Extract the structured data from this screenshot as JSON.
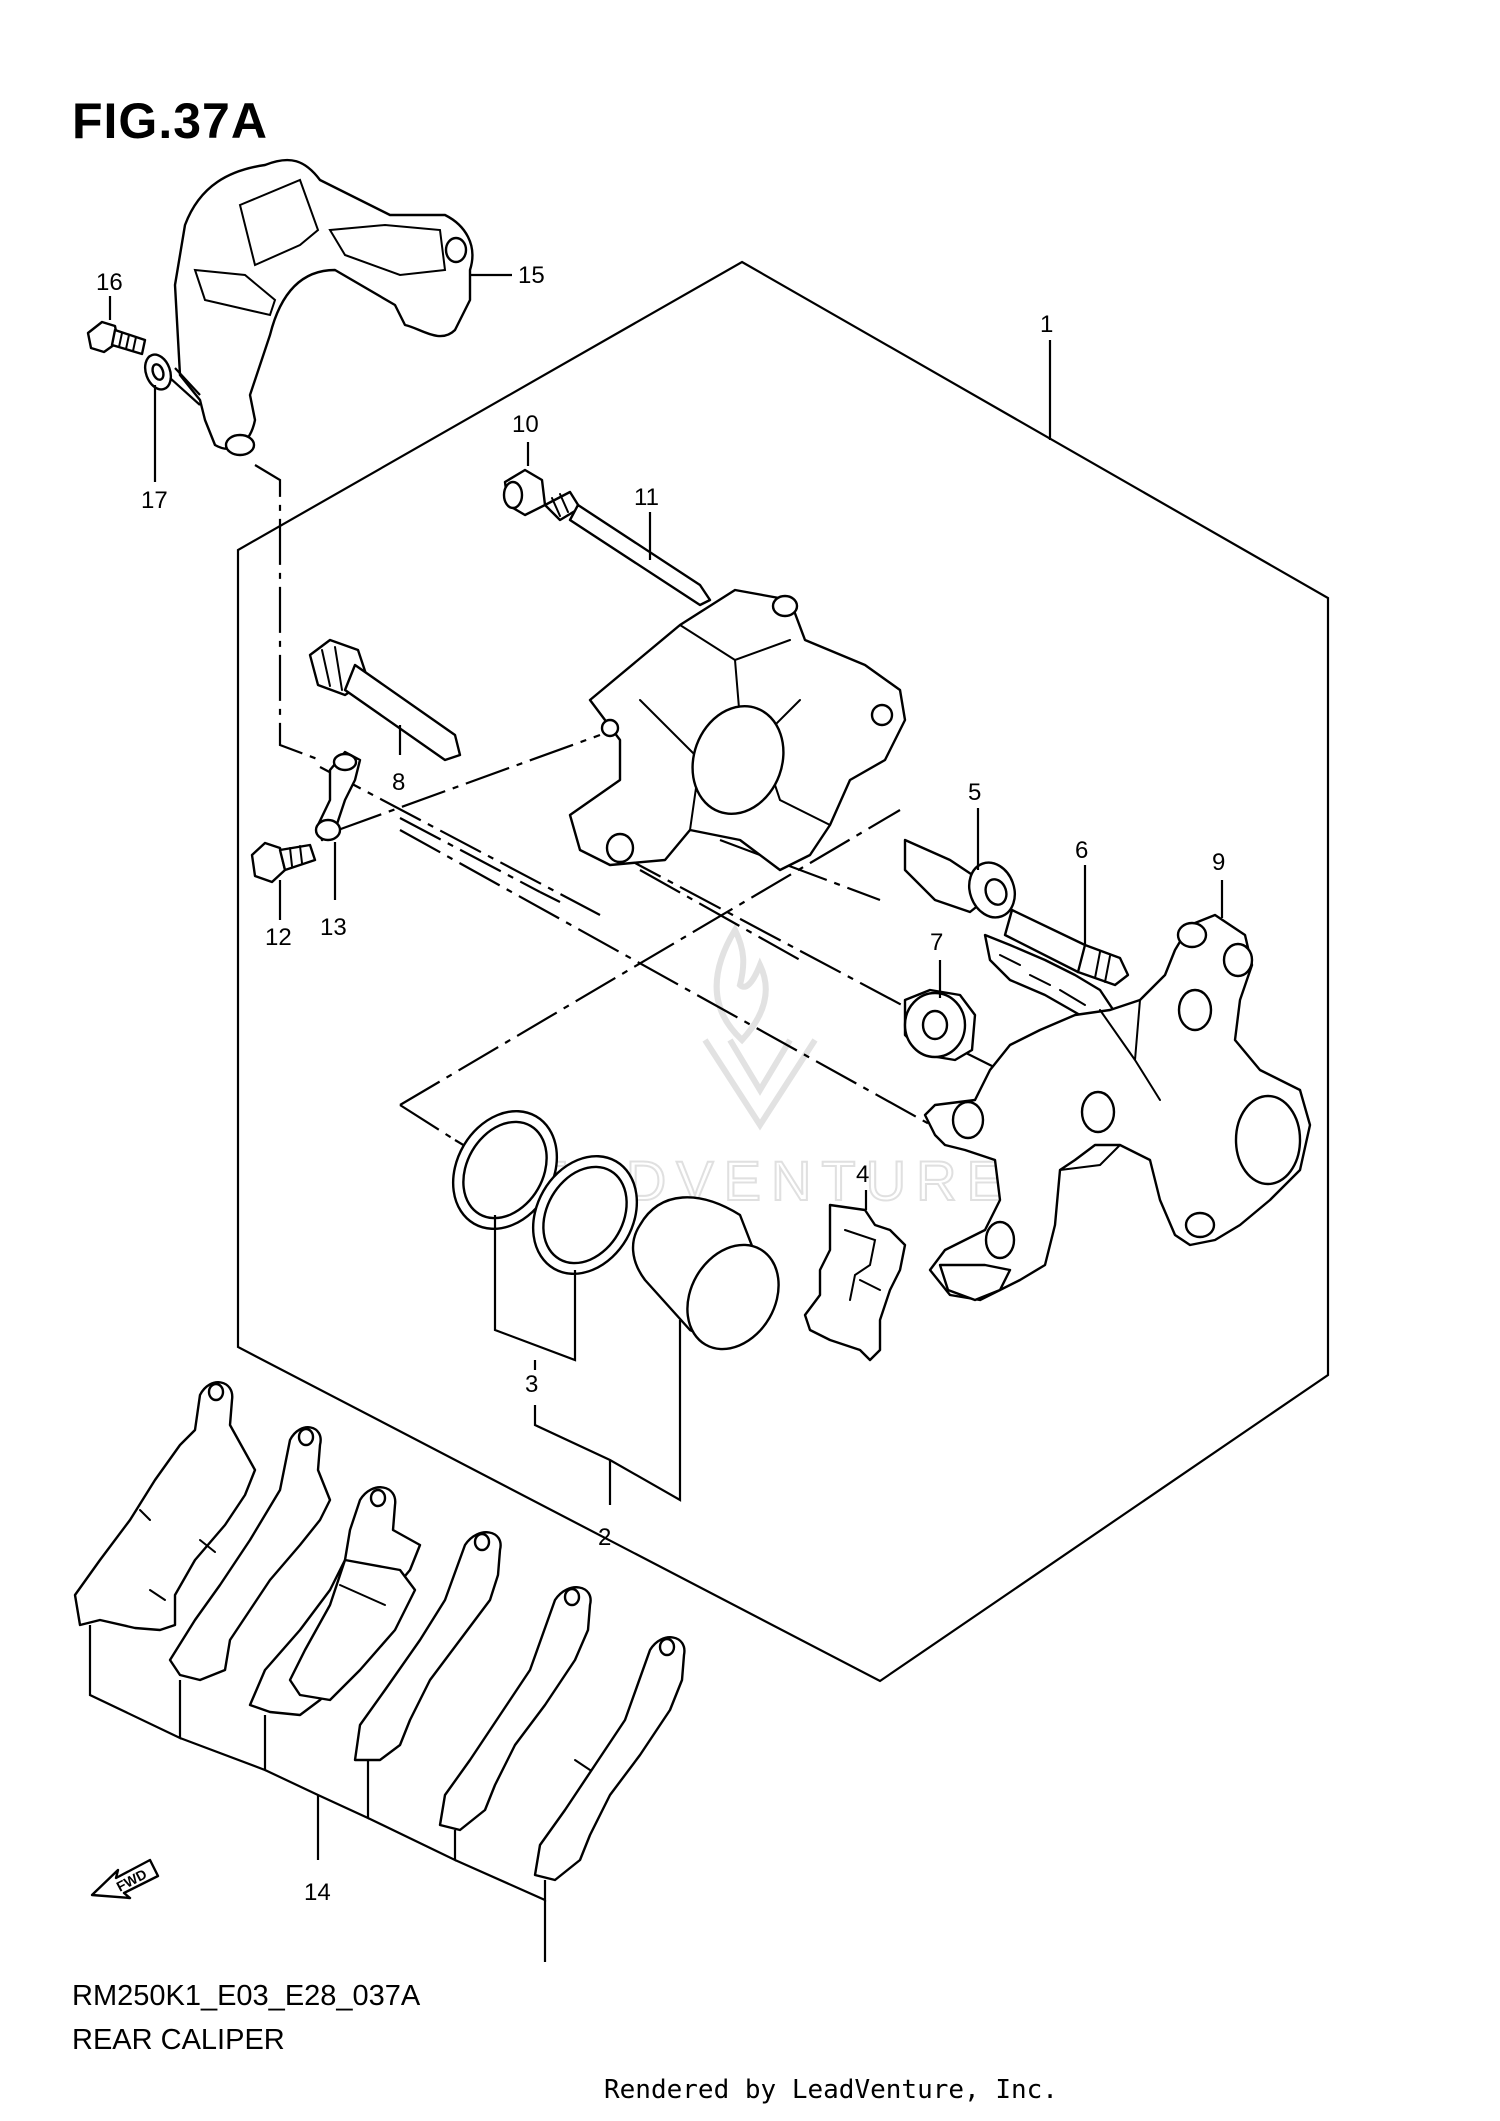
{
  "figure": {
    "title": "FIG.37A",
    "model_code": "RM250K1_E03_E28_037A",
    "section_name": "REAR CALIPER",
    "credit": "Rendered by LeadVenture, Inc.",
    "watermark": "LEADVENTURE",
    "fwd_label": "FWD"
  },
  "callouts": [
    {
      "id": "1",
      "label": "1"
    },
    {
      "id": "2",
      "label": "2"
    },
    {
      "id": "3",
      "label": "3"
    },
    {
      "id": "4",
      "label": "4"
    },
    {
      "id": "5",
      "label": "5"
    },
    {
      "id": "6",
      "label": "6"
    },
    {
      "id": "7",
      "label": "7"
    },
    {
      "id": "8",
      "label": "8"
    },
    {
      "id": "9",
      "label": "9"
    },
    {
      "id": "10",
      "label": "10"
    },
    {
      "id": "11",
      "label": "11"
    },
    {
      "id": "12",
      "label": "12"
    },
    {
      "id": "13",
      "label": "13"
    },
    {
      "id": "14",
      "label": "14"
    },
    {
      "id": "15",
      "label": "15"
    },
    {
      "id": "16",
      "label": "16"
    },
    {
      "id": "17",
      "label": "17"
    }
  ]
}
